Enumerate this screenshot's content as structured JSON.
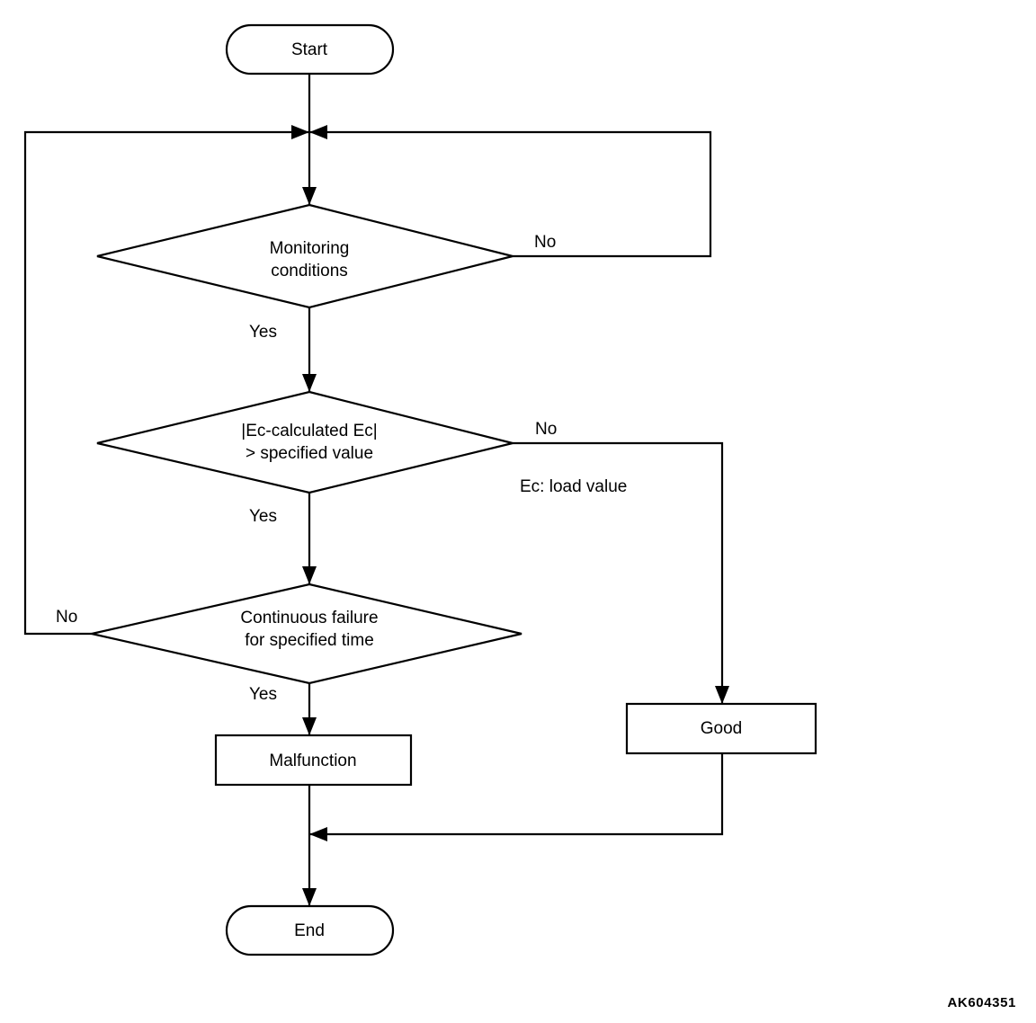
{
  "diagram": {
    "type": "flowchart",
    "title": "",
    "figure_code": "AK604351",
    "nodes": [
      {
        "id": "start",
        "shape": "terminator",
        "label": "Start"
      },
      {
        "id": "monitoring",
        "shape": "decision",
        "label_line1": "Monitoring",
        "label_line2": "conditions"
      },
      {
        "id": "threshold",
        "shape": "decision",
        "label_line1": "|Ec-calculated Ec|",
        "label_line2": "> specified value"
      },
      {
        "id": "continuous",
        "shape": "decision",
        "label_line1": "Continuous failure",
        "label_line2": "for specified time"
      },
      {
        "id": "malfunction",
        "shape": "process",
        "label": "Malfunction"
      },
      {
        "id": "good",
        "shape": "process",
        "label": "Good"
      },
      {
        "id": "end",
        "shape": "terminator",
        "label": "End"
      }
    ],
    "edge_labels": {
      "monitoring_no": "No",
      "monitoring_yes": "Yes",
      "threshold_no": "No",
      "threshold_yes": "Yes",
      "continuous_no": "No",
      "continuous_yes": "Yes"
    },
    "annotations": [
      {
        "id": "ec-note",
        "text": "Ec: load value"
      }
    ],
    "colors": {
      "stroke": "#000000",
      "fill": "#ffffff",
      "background": "#ffffff",
      "text": "#000000"
    }
  }
}
